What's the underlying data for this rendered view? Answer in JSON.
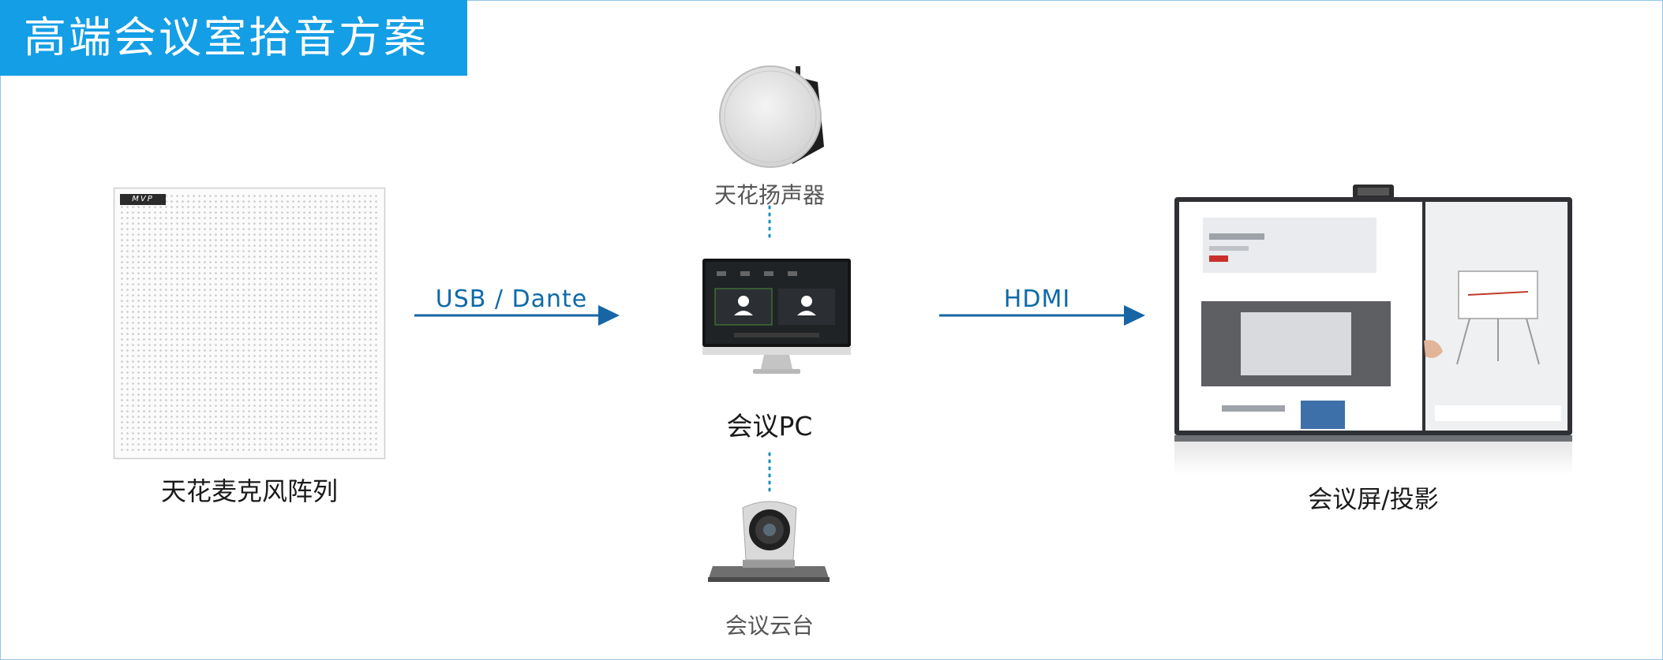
{
  "title": "高端会议室拾音方案",
  "nodes": {
    "mic_array": {
      "label": "天花麦克风阵列",
      "badge": "MVP"
    },
    "speaker": {
      "label": "天花扬声器"
    },
    "pc": {
      "label": "会议PC"
    },
    "camera": {
      "label": "会议云台"
    },
    "display": {
      "label": "会议屏/投影"
    }
  },
  "edges": {
    "mic_to_pc": {
      "label": "USB / Dante"
    },
    "pc_to_display": {
      "label": "HDMI"
    }
  },
  "colors": {
    "title_background": "#139ee6",
    "arrow": "#1666a6",
    "dotted_link": "#1a8fb8",
    "frame_border": "#8fc7ea"
  }
}
